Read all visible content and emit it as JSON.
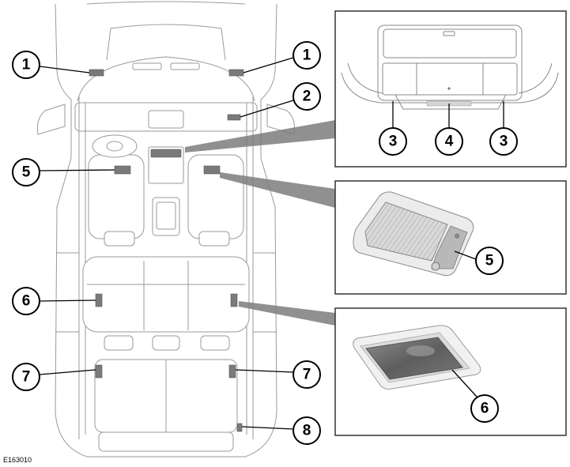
{
  "figure_code": "E163010",
  "callouts": {
    "c1_left": "1",
    "c1_right": "1",
    "c2": "2",
    "c5_car": "5",
    "c6_car": "6",
    "c7_left": "7",
    "c7_right": "7",
    "c8": "8",
    "inset_top": [
      "3",
      "4",
      "3"
    ],
    "inset_mid": "5",
    "inset_bottom": "6"
  }
}
